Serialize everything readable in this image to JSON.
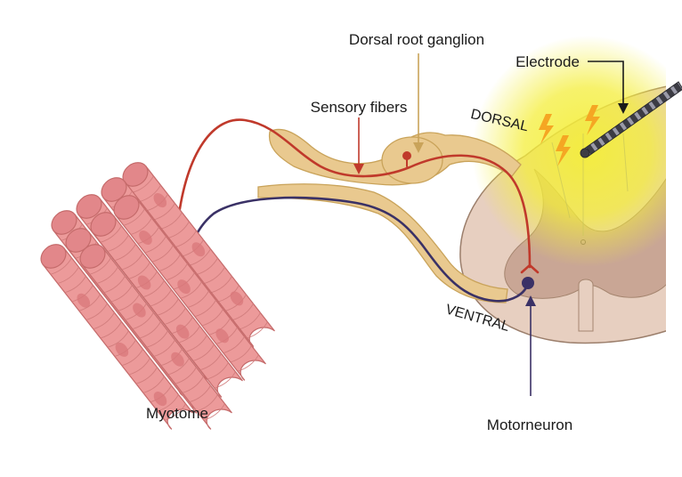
{
  "labels": {
    "dorsal_root_ganglion": "Dorsal root ganglion",
    "electrode": "Electrode",
    "sensory_fibers": "Sensory fibers",
    "dorsal": "DORSAL",
    "ventral": "VENTRAL",
    "myotome": "Myotome",
    "motorneuron": "Motorneuron"
  },
  "colors": {
    "sensory_fiber": "#c0392b",
    "motor_fiber": "#3a3166",
    "nerve_root": "#e9c98f",
    "white_matter": "#e7cfc0",
    "grey_matter": "#c9a695",
    "muscle": "#ec9a9a",
    "stimulation_glow": "#f4ee3a",
    "lightning": "#f5a623",
    "pointer_gold": "#c9a35a",
    "pointer_dark": "#3a3166"
  }
}
